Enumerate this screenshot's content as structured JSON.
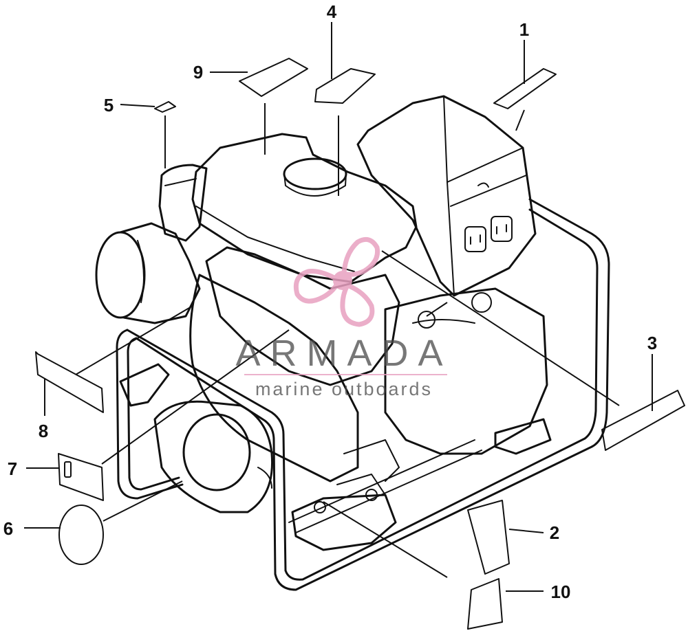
{
  "callouts": {
    "c1": "1",
    "c2": "2",
    "c3": "3",
    "c4": "4",
    "c5": "5",
    "c6": "6",
    "c7": "7",
    "c8": "8",
    "c9": "9",
    "c10": "10"
  },
  "watermark": {
    "brand": "ARMADA",
    "tagline": "marine outboards",
    "logo_color": "#e8a0c0",
    "text_color": "#4a4a4a"
  }
}
